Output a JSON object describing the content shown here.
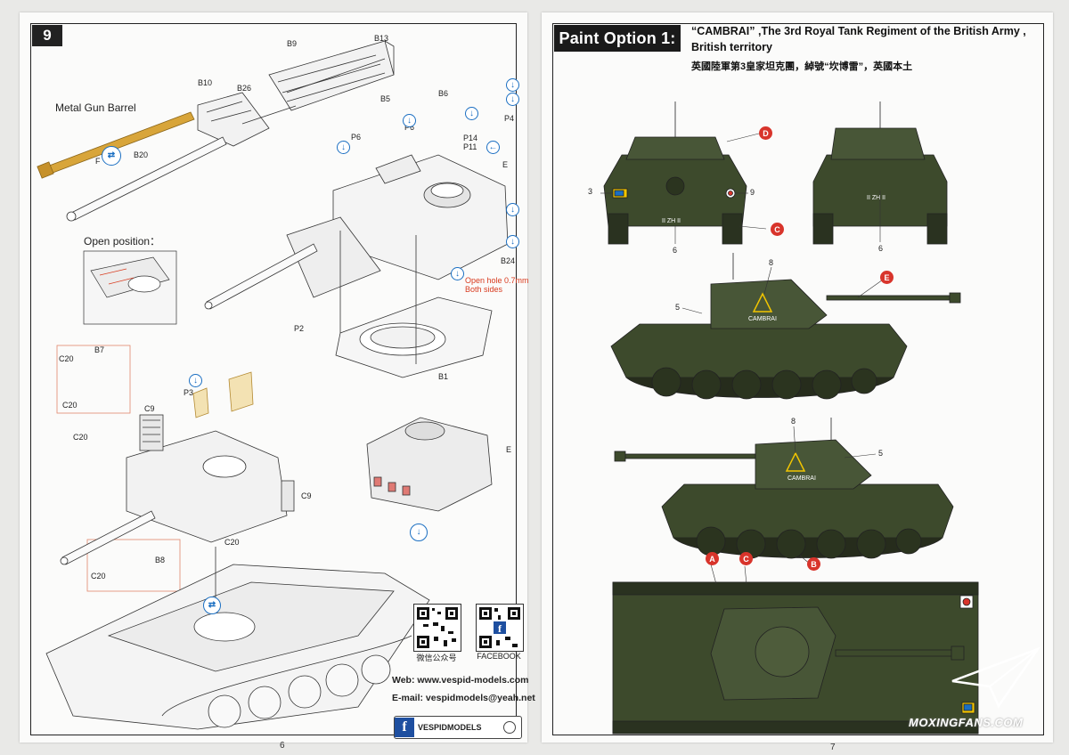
{
  "left_page": {
    "step_number": "9",
    "metal_barrel_label": "Metal Gun Barrel",
    "open_position_label": "Open position：",
    "open_hole_note_1": "Open hole 0.7mm",
    "open_hole_note_2": "Both sides",
    "parts": {
      "b9": "B9",
      "b13": "B13",
      "b10": "B10",
      "b26": "B26",
      "b20": "B20",
      "f": "F",
      "b5": "B5",
      "b6": "B6",
      "p4": "P4",
      "p6a": "P6",
      "p6b": "P6",
      "p14": "P14",
      "p11": "P11",
      "e1": "E",
      "b24": "B24",
      "p2": "P2",
      "b1": "B1",
      "b7": "B7",
      "c20a": "C20",
      "c20b": "C20",
      "c20c": "C20",
      "c9a": "C9",
      "p3": "P3",
      "c9b": "C9",
      "e2": "E",
      "c20d": "C20",
      "b8": "B8",
      "c20e": "C20"
    },
    "qr_wechat_label": "微信公众号",
    "qr_facebook_label": "FACEBOOK",
    "web_line": "Web: www.vespid-models.com",
    "email_line": "E-mail: vespidmodels@yeah.net",
    "facebook_handle": "VESPIDMODELS",
    "page_number": "6"
  },
  "right_page": {
    "paint_option_tag": "Paint Option 1:",
    "title_line_1": "“CAMBRAI” ,The 3rd Royal Tank Regiment of the British Army ,",
    "title_line_2": "British territory",
    "title_chinese": "英國陸軍第3皇家坦克團，綽號“坎博雷”，英國本土",
    "callouts": {
      "a": "A",
      "b": "B",
      "c1": "C",
      "c2": "C",
      "d": "D",
      "e": "E"
    },
    "decal_numbers": {
      "n3": "3",
      "n9": "9",
      "n6a": "6",
      "n6b": "6",
      "n5a": "5",
      "n8a": "8",
      "n8b": "8",
      "n5b": "5"
    },
    "hull_markings": {
      "front": "II ZH II",
      "rear": "II ZH II"
    },
    "tank_name_side": "CAMBRAI",
    "page_number": "7",
    "watermark": "MOXINGFANS.COM"
  },
  "colors": {
    "callout_red": "#d8342b",
    "icon_blue": "#1b6fc2",
    "tank_green": "#3d4a2c",
    "barrel_gold": "#d8a53a"
  }
}
